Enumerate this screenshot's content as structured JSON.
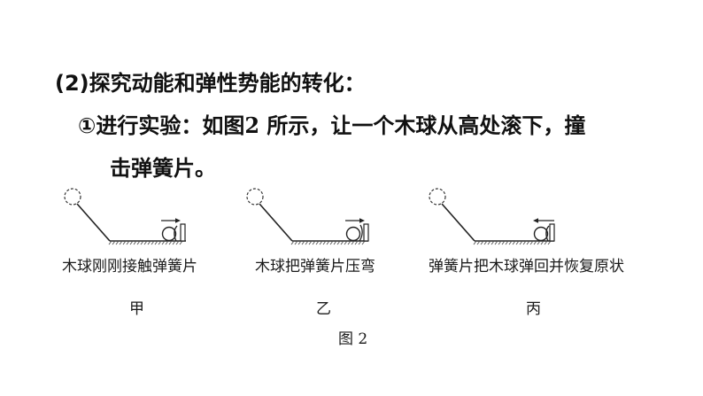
{
  "question": {
    "heading": "(2)探究动能和弹性势能的转化：",
    "step": {
      "marker": "①",
      "lead": "进行实验：如图",
      "fig_num": "2",
      "rest": " 所示，让一个木球从高处滚下，撞",
      "line2": "击弹簧片。"
    }
  },
  "figure": {
    "panels": [
      {
        "caption": "木球刚刚接触弹簧片",
        "label": "甲",
        "arrow": "right"
      },
      {
        "caption": "木球把弹簧片压弯",
        "label": "乙",
        "arrow": "right"
      },
      {
        "caption": "弹簧片把木球弹回并恢复原状",
        "label": "丙",
        "arrow": "left"
      }
    ],
    "label": "图 2"
  }
}
